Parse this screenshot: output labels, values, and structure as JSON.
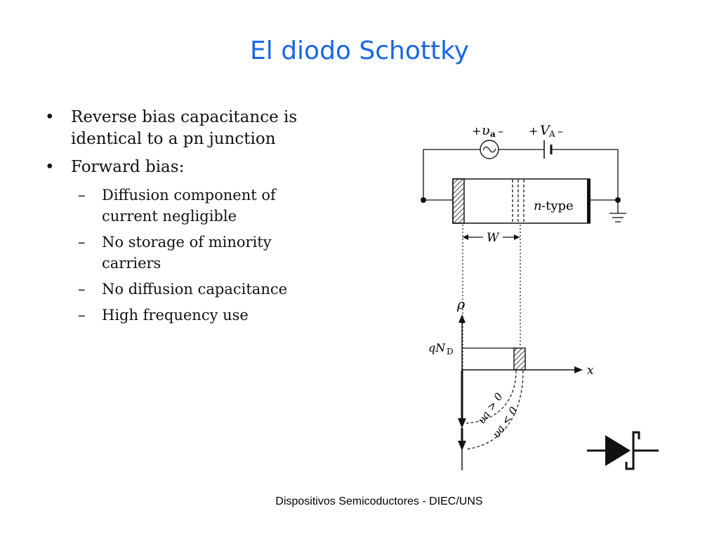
{
  "slide": {
    "title": "El diodo Schottky",
    "bullets": [
      {
        "text": "Reverse bias capacitance is identical to a pn junction"
      },
      {
        "text": "Forward bias:"
      }
    ],
    "sub_bullets": [
      {
        "text": "Diffusion component of current negligible"
      },
      {
        "text": "No storage of minority carriers"
      },
      {
        "text": "No diffusion capacitance"
      },
      {
        "text": "High frequency use"
      }
    ],
    "footer": "Dispositivos Semicoductores - DIEC/UNS"
  },
  "figure": {
    "source_plus": "+",
    "source_minus": "–",
    "va_symbol": "υ",
    "va_sub": "a",
    "VA_symbol": "V",
    "VA_sub": "A",
    "ntype_italic": "n",
    "ntype_rest": "-type",
    "width_label": "W",
    "rho_label": "ρ",
    "qnd_label": "qN",
    "qnd_sub": "D",
    "x_label": "x",
    "va_gt0": "υa > 0",
    "va_lt0": "υa < 0"
  },
  "bullet_marker": "•",
  "sub_marker": "–"
}
